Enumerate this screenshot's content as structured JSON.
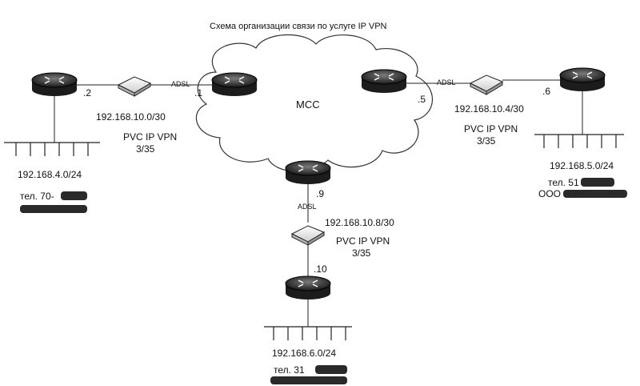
{
  "title": "Схема организации связи по услуге IP VPN",
  "cloud_label": "МСС",
  "adsl_label": "ADSL",
  "site_left": {
    "router_ip_suffix": ".2",
    "network": "192.168.4.0/24",
    "phone": "тел. 70-",
    "link_subnet": "192.168.10.0/30",
    "pvc_label": "PVC IP VPN",
    "pvc_value": "3/35",
    "core_ip_suffix": ".1"
  },
  "site_right": {
    "router_ip_suffix": ".6",
    "network": "192.168.5.0/24",
    "phone": "тел. 51",
    "org": "ООО",
    "link_subnet": "192.168.10.4/30",
    "pvc_label": "PVC IP VPN",
    "pvc_value": "3/35",
    "core_ip_suffix": ".5"
  },
  "site_bottom": {
    "router_ip_suffix": ".10",
    "network": "192.168.6.0/24",
    "phone": "тел. 31",
    "link_subnet": "192.168.10.8/30",
    "pvc_label": "PVC IP VPN",
    "pvc_value": "3/35",
    "core_ip_suffix": ".9"
  }
}
